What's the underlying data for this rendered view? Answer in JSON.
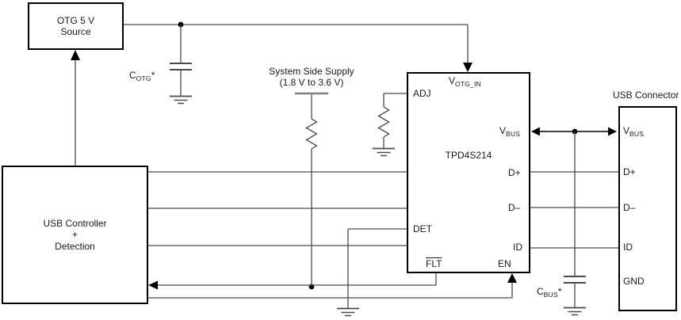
{
  "colors": {
    "wire": "#4a4a4a",
    "outline": "#000000",
    "rail": "#808080",
    "background": "#ffffff"
  },
  "blocks": {
    "otg_source": {
      "lines": [
        "OTG 5 V",
        "Source"
      ]
    },
    "usb_controller": {
      "lines": [
        "USB Controller",
        "+",
        "Detection"
      ]
    },
    "chip": {
      "name": "TPD4S214",
      "pins": {
        "votg_in": {
          "base": "V",
          "sub": "OTG_IN"
        },
        "adj": "ADJ",
        "vbus": {
          "base": "V",
          "sub": "BUS"
        },
        "dplus": "D+",
        "dminus": "D–",
        "det": "DET",
        "flt": "FLT",
        "en": "EN",
        "id": "ID"
      }
    },
    "usb_connector": {
      "title": "USB Connector",
      "pins": {
        "vbus": {
          "base": "V",
          "sub": "BUS"
        },
        "dplus": "D+",
        "dminus": "D–",
        "id": "ID",
        "gnd": "GND"
      }
    }
  },
  "labels": {
    "system_supply": {
      "line1": "System Side Supply",
      "line2": "(1.8 V to 3.6 V)"
    },
    "cotg": {
      "base": "C",
      "sub": "OTG",
      "note": "*"
    },
    "cbus": {
      "base": "C",
      "sub": "BUS",
      "note": "*"
    }
  }
}
